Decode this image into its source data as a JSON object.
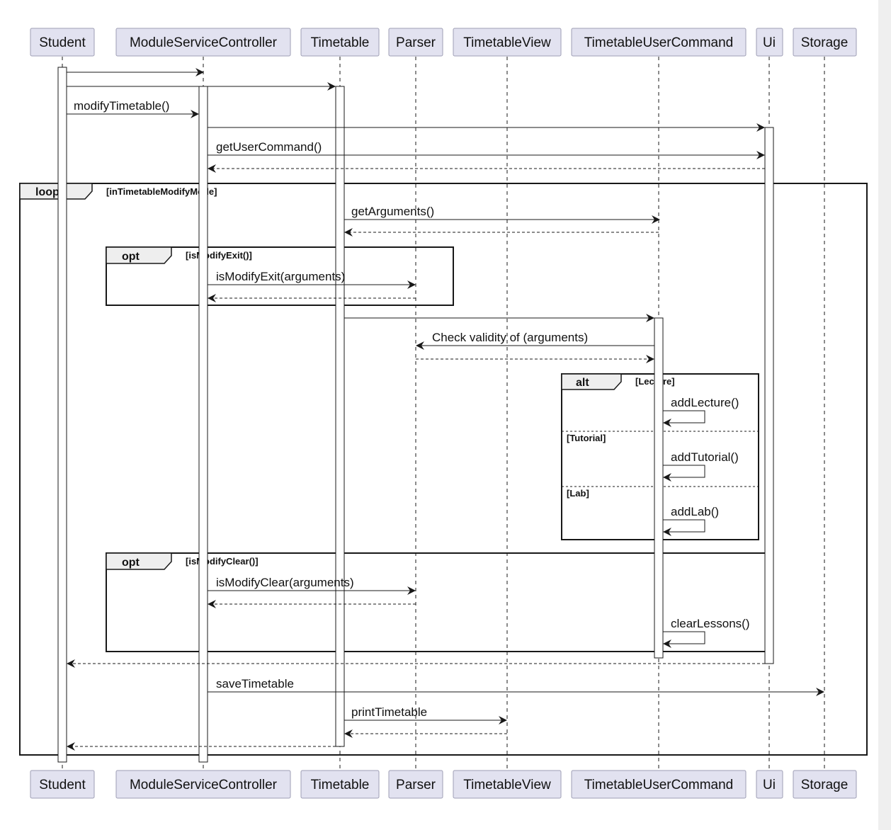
{
  "participants": [
    "Student",
    "ModuleServiceController",
    "Timetable",
    "Parser",
    "TimetableView",
    "TimetableUserCommand",
    "Ui",
    "Storage"
  ],
  "messages": {
    "modify_timetable": "modifyTimetable()",
    "get_user_command": "getUserCommand()",
    "get_arguments": "getArguments()",
    "is_modify_exit_call": "isModifyExit(arguments)",
    "check_validity": "Check validity of (arguments)",
    "add_lecture": "addLecture()",
    "add_tutorial": "addTutorial()",
    "add_lab": "addLab()",
    "is_modify_clear_call": "isModifyClear(arguments)",
    "clear_lessons": "clearLessons()",
    "save_timetable": "saveTimetable",
    "print_timetable": "printTimetable"
  },
  "frames": {
    "loop": {
      "keyword": "loop",
      "guard": "[inTimetableModifyMode]"
    },
    "opt_exit": {
      "keyword": "opt",
      "guard": "[isModifyExit()]"
    },
    "alt": {
      "keyword": "alt",
      "guard_lecture": "[Lecture]",
      "guard_tutorial": "[Tutorial]",
      "guard_lab": "[Lab]"
    },
    "opt_clear": {
      "keyword": "opt",
      "guard": "[isModifyClear()]"
    }
  },
  "colors": {
    "participant_fill": "#e2e2f0",
    "participant_border": "#9e9eb4",
    "line": "#181818",
    "frame_tab": "#eeeeee"
  }
}
